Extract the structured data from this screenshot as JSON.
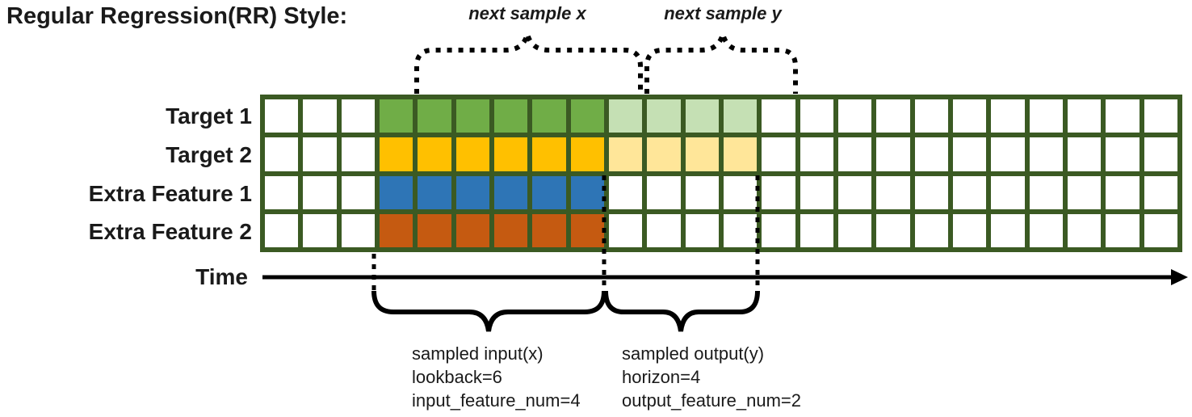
{
  "title": "Regular Regression(RR) Style:",
  "annotations": {
    "next_sample_x": "next sample x",
    "next_sample_y": "next sample y",
    "time_label": "Time",
    "input_lines": [
      "sampled input(x)",
      "lookback=6",
      "input_feature_num=4"
    ],
    "output_lines": [
      "sampled output(y)",
      "horizon=4",
      "output_feature_num=2"
    ]
  },
  "grid": {
    "total_columns": 24,
    "lead_empty_columns": 3,
    "lookback": 6,
    "horizon": 4,
    "border_color": "#3B5A23",
    "empty_cell_color": "#FFFFFF",
    "rows": [
      {
        "label": "Target 1",
        "role": "target",
        "input_color": "#70AD47",
        "output_color": "#C5E0B4"
      },
      {
        "label": "Target 2",
        "role": "target",
        "input_color": "#FFC000",
        "output_color": "#FFE699"
      },
      {
        "label": "Extra Feature 1",
        "role": "extra-feature",
        "input_color": "#2E75B6",
        "output_color": null
      },
      {
        "label": "Extra Feature 2",
        "role": "extra-feature",
        "input_color": "#C55A11",
        "output_color": null
      }
    ]
  }
}
